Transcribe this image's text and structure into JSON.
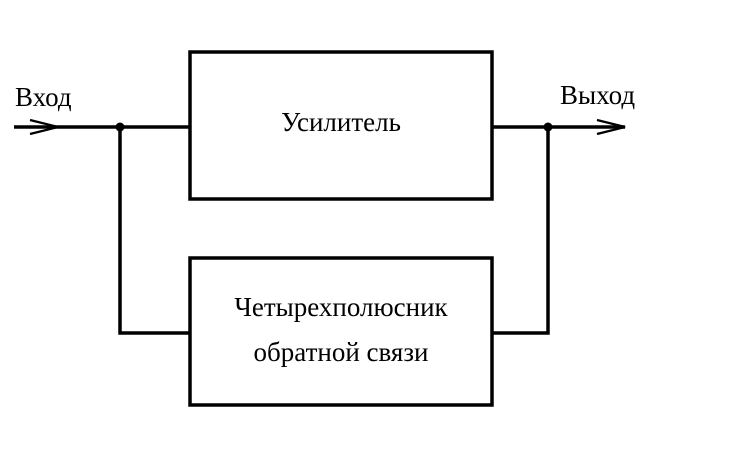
{
  "diagram": {
    "input_label": "Вход",
    "output_label": "Выход",
    "amplifier_label": "Усилитель",
    "feedback_label_line1": "Четырехполюсник",
    "feedback_label_line2": "обратной связи"
  }
}
